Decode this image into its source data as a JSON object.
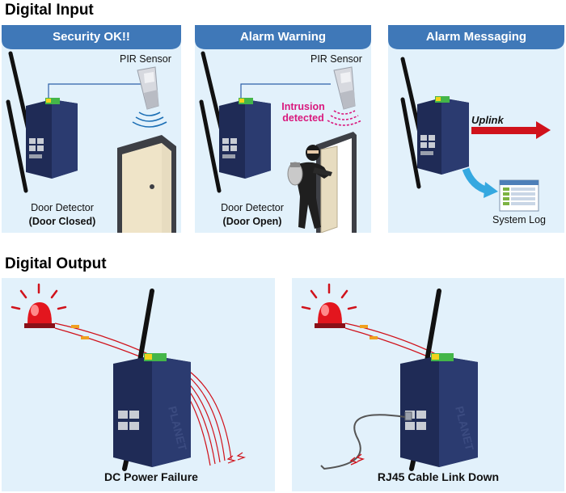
{
  "digital_input": {
    "heading": "Digital Input",
    "panels": [
      {
        "tab": "Security OK!!",
        "sensor_label": "PIR Sensor",
        "detector_label": "Door Detector",
        "state_label": "(Door Closed)"
      },
      {
        "tab": "Alarm Warning",
        "sensor_label": "PIR Sensor",
        "intrusion_label": "Intrusion detected",
        "detector_label": "Door Detector",
        "state_label": "(Door Open)"
      },
      {
        "tab": "Alarm Messaging",
        "uplink_label": "Uplink",
        "log_label": "System Log"
      }
    ]
  },
  "digital_output": {
    "heading": "Digital Output",
    "panels": [
      {
        "caption": "DC Power Failure"
      },
      {
        "caption": "RJ45 Cable Link Down"
      }
    ]
  },
  "brand": "PLANET",
  "colors": {
    "panel_bg": "#e2f1fb",
    "tab_blue": "#3f78b8",
    "device_navy": "#1f2b56",
    "intrusion_magenta": "#d9187d",
    "uplink_red": "#d0121b",
    "arrow_blue": "#35a8e0"
  }
}
